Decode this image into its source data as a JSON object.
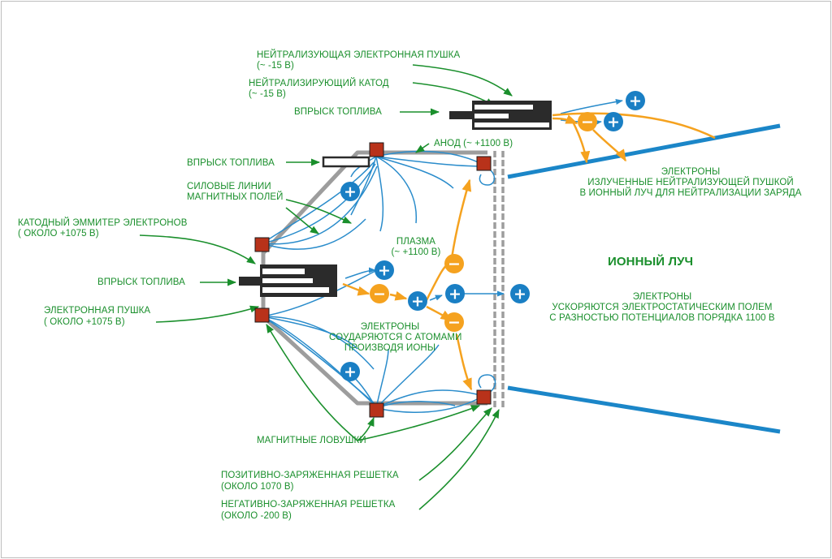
{
  "labels": {
    "neutralizing_gun_title": "НЕЙТРАЛИЗУЮЩАЯ ЭЛЕКТРОННАЯ ПУШКА",
    "neutralizing_gun_voltage": "(~ -15 В)",
    "neutralizing_cathode_title": "НЕЙТРАЛИЗИРУЮЩИЙ КАТОД",
    "neutralizing_cathode_voltage": "(~ -15 В)",
    "fuel_injection_top": "ВПРЫСК ТОПЛИВА",
    "fuel_injection_mid": "ВПРЫСК ТОПЛИВА",
    "fuel_injection_left": "ВПРЫСК ТОПЛИВА",
    "anode": "АНОД (~ +1100 В)",
    "magnetic_lines_1": "СИЛОВЫЕ ЛИНИИ",
    "magnetic_lines_2": "МАГНИТНЫХ ПОЛЕЙ",
    "cathode_emitter_1": "КАТОДНЫЙ ЭММИТЕР ЭЛЕКТРОНОВ",
    "cathode_emitter_2": "( ОКОЛО +1075 В)",
    "plasma_1": "ПЛАЗМА",
    "plasma_2": "(~ +1100 В)",
    "electron_gun_1": "ЭЛЕКТРОННАЯ ПУШКА",
    "electron_gun_2": "( ОКОЛО +1075 В)",
    "electrons_collide_1": "ЭЛЕКТРОНЫ",
    "electrons_collide_2": "СОУДАРЯЮТСЯ С АТОМАМИ",
    "electrons_collide_3": "ПРОИЗВОДЯ ИОНЫ",
    "emitted_electrons_1": "ЭЛЕКТРОНЫ",
    "emitted_electrons_2": "ИЗЛУЧЕННЫЕ НЕЙТРАЛИЗУЮЩЕЙ ПУШКОЙ",
    "emitted_electrons_3": "В ИОННЫЙ ЛУЧ ДЛЯ НЕЙТРАЛИЗАЦИИ ЗАРЯДА",
    "ion_beam": "ИОННЫЙ ЛУЧ",
    "accelerated_1": "ЭЛЕКТРОНЫ",
    "accelerated_2": "УСКОРЯЮТСЯ ЭЛЕКТРОСТАТИЧЕСКИМ ПОЛЕМ",
    "accelerated_3": "С РАЗНОСТЬЮ ПОТЕНЦИАЛОВ ПОРЯДКА 1100 В",
    "magnetic_traps": "МАГНИТНЫЕ ЛОВУШКИ",
    "positive_grid_1": "ПОЗИТИВНО-ЗАРЯЖЕННАЯ РЕШЕТКА",
    "positive_grid_2": "(ОКОЛО 1070 В)",
    "negative_grid_1": "НЕГАТИВНО-ЗАРЯЖЕННАЯ РЕШЕТКА",
    "negative_grid_2": "(ОКОЛО -200 В)"
  },
  "colors": {
    "label_green": "#1a8f2c",
    "ion_blue": "#1a7fc4",
    "field_blue": "#2a8ccb",
    "electron_orange": "#f5a21f",
    "magnet_red": "#b8321a",
    "chamber_gray": "#9d9d9d",
    "gun_dark": "#2b2b2b",
    "beam_blue": "#1b86c8"
  },
  "symbols": {
    "ion": "+",
    "electron": "−"
  }
}
